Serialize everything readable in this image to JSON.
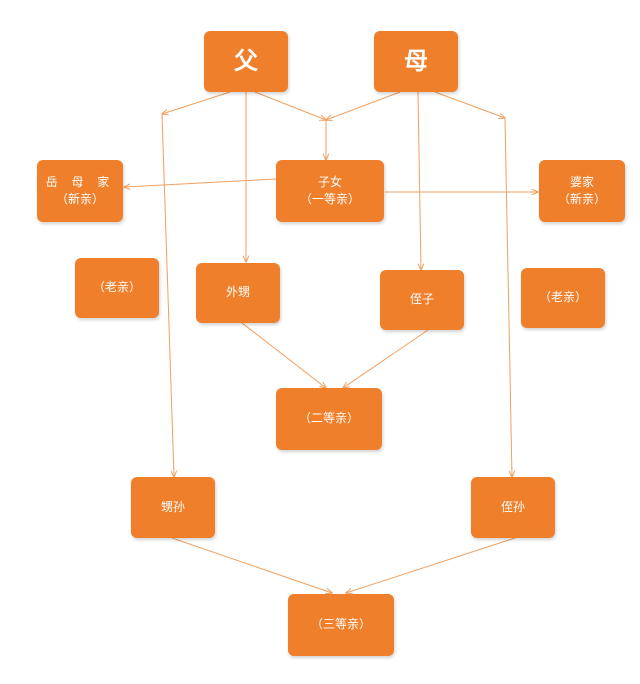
{
  "nodes": {
    "father": {
      "label": "父"
    },
    "mother": {
      "label": "母"
    },
    "children": {
      "line1": "子女",
      "line2": "（一等亲）"
    },
    "wife_family": {
      "line1": "岳 母 家",
      "line2": "（新亲）"
    },
    "husband_family": {
      "line1": "婆家",
      "line2": "（新亲）"
    },
    "old_kin_left": {
      "label": "（老亲）"
    },
    "old_kin_right": {
      "label": "（老亲）"
    },
    "nephew_sister": {
      "label": "外甥"
    },
    "nephew_brother": {
      "label": "侄子"
    },
    "second_degree": {
      "label": "（二等亲）"
    },
    "grandnephew_sister": {
      "label": "甥孙"
    },
    "grandnephew_brother": {
      "label": "侄孙"
    },
    "third_degree": {
      "label": "（三等亲）"
    }
  },
  "colors": {
    "node_fill": "#f07f2b",
    "edge": "#f0a060"
  }
}
